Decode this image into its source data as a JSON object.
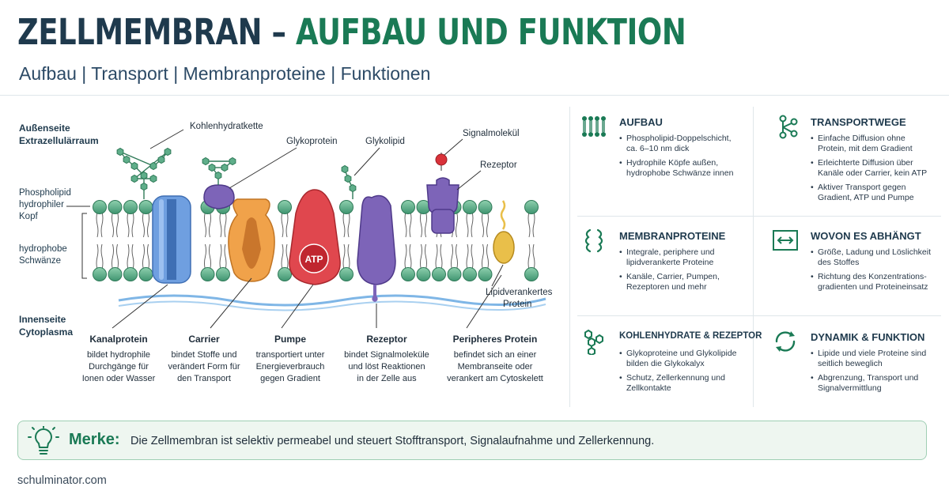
{
  "header": {
    "title_main": "ZELLMEMBRAN",
    "title_sep": " – ",
    "title_accent": "AUFBAU UND FUNKTION",
    "subtitle": "Aufbau | Transport | Membranproteine | Funktionen"
  },
  "diagram": {
    "left_labels": {
      "outside_1": "Außenseite",
      "outside_2": "Extrazellulärraum",
      "head_1": "Phospholipid",
      "head_2": "hydrophiler",
      "head_3": "Kopf",
      "tail_1": "hydrophobe",
      "tail_2": "Schwänze",
      "inside_1": "Innenseite",
      "inside_2": "Cytoplasma"
    },
    "top_labels": {
      "carbohydrate": "Kohlenhydratkette",
      "glycoprotein": "Glykoprotein",
      "glycolipid": "Glykolipid",
      "signal": "Signalmolekül",
      "receptor": "Rezeptor",
      "atp": "ATP",
      "lipid_anchored_1": "Lipidverankertes",
      "lipid_anchored_2": "Protein"
    },
    "bottom": [
      {
        "title": "Kanalprotein",
        "lines": [
          "bildet hydrophile",
          "Durchgänge für",
          "Ionen oder Wasser"
        ]
      },
      {
        "title": "Carrier",
        "lines": [
          "bindet Stoffe und",
          "verändert Form für",
          "den Transport"
        ]
      },
      {
        "title": "Pumpe",
        "lines": [
          "transportiert unter",
          "Energieverbrauch",
          "gegen Gradient"
        ]
      },
      {
        "title": "Rezeptor",
        "lines": [
          "bindet Signalmoleküle",
          "und löst Reaktionen",
          "in der Zelle aus"
        ]
      },
      {
        "title": "Peripheres Protein",
        "lines": [
          "befindet sich an einer",
          "Membranseite oder",
          "verankert am Cytoskelett"
        ]
      }
    ]
  },
  "cards": [
    {
      "title": "AUFBAU",
      "icon": "bilayer-icon",
      "items": [
        "Phospholipid-Doppelschicht, ca. 6–10 nm dick",
        "Hydrophile Köpfe außen, hydrophobe Schwänze innen"
      ]
    },
    {
      "title": "TRANSPORTWEGE",
      "icon": "network-icon",
      "items": [
        "Einfache Diffusion ohne Protein, mit dem Gradient",
        "Erleichterte Diffusion über Kanäle oder Carrier, kein ATP",
        "Aktiver Transport gegen Gradient, ATP und Pumpe"
      ]
    },
    {
      "title": "MEMBRANPROTEINE",
      "icon": "protein-icon",
      "items": [
        "Integrale, periphere und lipidverankerte Proteine",
        "Kanäle, Carrier, Pumpen, Rezeptoren und mehr"
      ]
    },
    {
      "title": "WOVON ES ABHÄNGT",
      "icon": "arrows-box-icon",
      "items": [
        "Größe, Ladung und Löslichkeit des Stoffes",
        "Richtung des Konzentrations­gradienten und Proteineinsatz"
      ]
    },
    {
      "title": "KOHLENHYDRATE & REZEPTOR",
      "icon": "hexagon-chain-icon",
      "items": [
        "Glykoproteine und Glykolipide bilden die Glykokalyx",
        "Schutz, Zellerkennung und Zellkontakte"
      ]
    },
    {
      "title": "DYNAMIK & FUNKTION",
      "icon": "cycle-arrows-icon",
      "items": [
        "Lipide und viele Proteine sind seitlich beweglich",
        "Abgrenzung, Transport und Signalvermittlung"
      ]
    }
  ],
  "merke": {
    "label": "Merke:",
    "text": "Die Zellmembran ist selektiv permeabel und steuert Stofftransport, Signalaufnahme und Zellerkennung."
  },
  "footer": "schulminator.com",
  "colors": {
    "accent_green": "#1a7a55",
    "head_green": "#5fae8a",
    "channel_blue": "#6f9fe0",
    "carrier_orange": "#f0a24a",
    "pump_red": "#e0474e",
    "receptor_purple": "#7d64b8",
    "peripheral_yellow": "#e9bf4a"
  }
}
